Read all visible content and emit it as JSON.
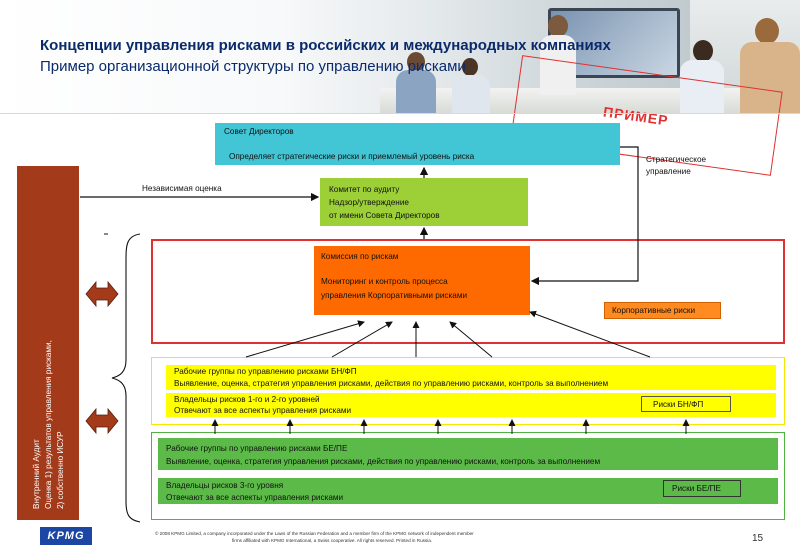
{
  "header": {
    "title": "Концепции управления рисками в российских и международных компаниях",
    "subtitle": "Пример организационной структуры по управлению рисками",
    "example_label": "ПРИМЕР"
  },
  "diagram": {
    "board": {
      "title": "Совет Директоров",
      "text": "Определяет стратегические риски и приемлемый уровень риска"
    },
    "strategic_management": {
      "line1": "Стратегическое",
      "line2": "управление"
    },
    "independent_assessment": "Независимая оценка",
    "audit_committee": {
      "line1": "Комитет по аудиту",
      "line2": "Надзор/утверждение",
      "line3": "от имени Совета Директоров"
    },
    "risk_commission": {
      "title": "Комиссия по рискам",
      "line1": "Мониторинг и контроль процесса",
      "line2": "управления Корпоративными рисками"
    },
    "corporate_risks": "Корпоративные риски",
    "bnfp": {
      "work_groups": "Рабочие группы по управлению рисками БН/ФП",
      "work_text": "Выявление, оценка, стратегия управления рисками, действия по управлению рисками, контроль за выполнением",
      "owners": "Владельцы рисков 1-го и 2-го уровней",
      "owners_text": "Отвечают за все аспекты управления рисками",
      "badge": "Риски БН/ФП"
    },
    "bepe": {
      "work_groups": "Рабочие группы по управлению рисками БЕ/ПЕ",
      "work_text": "Выявление, оценка, стратегия управления рисками, действия по управлению рисками, контроль за выполнением",
      "owners": "Владельцы рисков 3-го уровня",
      "owners_text": "Отвечают за все аспекты управления рисками",
      "badge": "Риски БЕ/ПЕ"
    },
    "internal_audit": {
      "line1": "Внутренний Аудит",
      "line2": "Оценка 1) результатов управления рисками,",
      "line3": "2) собственно ИСУР"
    }
  },
  "footer": {
    "logo": "KPMG",
    "copyright_line1": "© 2008 KPMG Limited, a company incorporated under the Laws of the Russian Federation and a member firm of the KPMG network of independent member",
    "copyright_line2": "firms affiliated with KPMG International, a Swiss cooperative. All rights reserved. Printed in Russia.",
    "page_number": "15"
  },
  "colors": {
    "board": "#42c5d4",
    "audit_committee": "#9cd036",
    "risk_commission": "#ff6a00",
    "frame_red": "#e03030",
    "yellow": "#ffff00",
    "green": "#5cbb48",
    "internal_audit": "#a33a1a",
    "title": "#0b2a6b"
  }
}
